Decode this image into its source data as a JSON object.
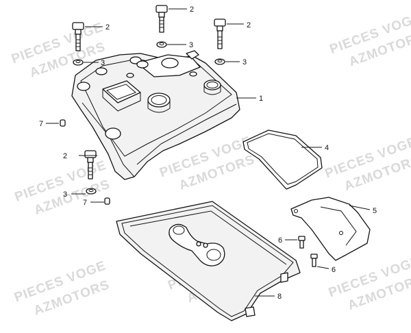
{
  "watermark": {
    "line1": "PIECES VOGE",
    "line2": "AZMOTORS"
  },
  "callouts": {
    "c1": "1",
    "c2a": "2",
    "c2b": "2",
    "c2c": "2",
    "c2d": "2",
    "c3a": "3",
    "c3b": "3",
    "c3c": "3",
    "c3d": "3",
    "c4": "4",
    "c5": "5",
    "c6a": "6",
    "c6b": "6",
    "c7a": "7",
    "c7b": "7",
    "c8": "8"
  }
}
